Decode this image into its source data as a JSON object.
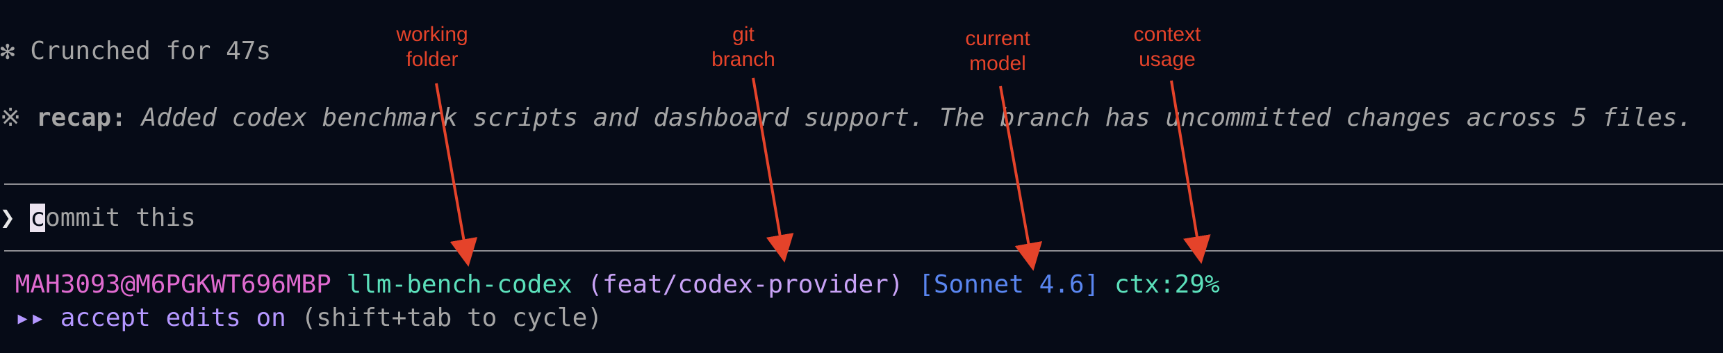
{
  "terminal": {
    "status_glyph": "✻",
    "status_text": "Crunched for 47s",
    "recap_glyph": "※",
    "recap_label": "recap:",
    "recap_text": "Added codex benchmark scripts and dashboard support. The branch has uncommitted changes across 5 files.",
    "prompt_symbol": "❯",
    "input_cursor_char": "c",
    "input_rest": "ommit this"
  },
  "statusline": {
    "user_host": "MAH3093@M6PGKWT696MBP",
    "folder": "llm-bench-codex",
    "branch": "(feat/codex-provider)",
    "model": "[Sonnet 4.6]",
    "context": "ctx:29%",
    "mode_glyph": "▸▸",
    "mode_label": "accept edits on",
    "mode_hint": "(shift+tab to cycle)"
  },
  "colors": {
    "background": "#060b17",
    "text_muted": "#a5a5a5",
    "user_host": "#e06bd0",
    "folder": "#5ce0bb",
    "branch": "#c8a2f5",
    "model": "#5a86f0",
    "context": "#5ce0bb",
    "mode": "#b497ff",
    "annotation": "#e5432a"
  },
  "annotations": {
    "working_folder": "working\nfolder",
    "git_branch": "git\nbranch",
    "current_model": "current\nmodel",
    "context_usage": "context\nusage"
  }
}
